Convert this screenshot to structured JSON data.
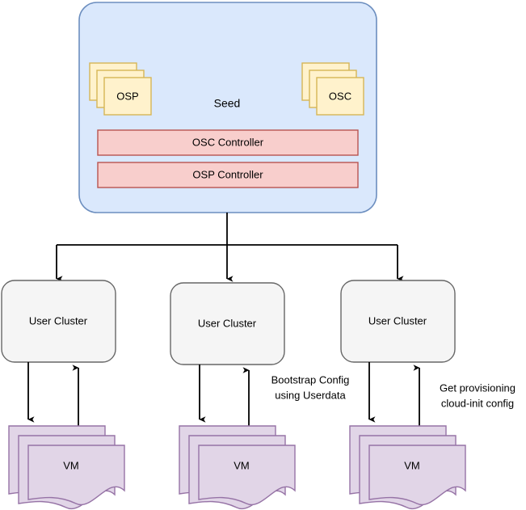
{
  "diagram": {
    "type": "architecture-flow",
    "background": "#ffffff",
    "seed": {
      "label": "Seed",
      "fill": "#dae8fc",
      "stroke": "#6c8ebf",
      "doc_stacks": [
        {
          "name": "osp-stack",
          "label": "OSP",
          "fill": "#fff2cc",
          "stroke": "#d6b656"
        },
        {
          "name": "osc-stack",
          "label": "OSC",
          "fill": "#fff2cc",
          "stroke": "#d6b656"
        }
      ],
      "controllers": [
        {
          "name": "osc-controller",
          "label": "OSC Controller",
          "fill": "#f8cecc",
          "stroke": "#b85450"
        },
        {
          "name": "osp-controller",
          "label": "OSP Controller",
          "fill": "#f8cecc",
          "stroke": "#b85450"
        }
      ]
    },
    "clusters": [
      {
        "name": "user-cluster-left",
        "label": "User Cluster",
        "fill": "#f5f5f5",
        "stroke": "#666666"
      },
      {
        "name": "user-cluster-middle",
        "label": "User Cluster",
        "fill": "#f5f5f5",
        "stroke": "#666666"
      },
      {
        "name": "user-cluster-right",
        "label": "User Cluster",
        "fill": "#f5f5f5",
        "stroke": "#666666"
      }
    ],
    "vm_stacks": [
      {
        "name": "vm-stack-left",
        "label": "VM",
        "fill": "#e1d5e7",
        "stroke": "#9673a6"
      },
      {
        "name": "vm-stack-middle",
        "label": "VM",
        "fill": "#e1d5e7",
        "stroke": "#9673a6"
      },
      {
        "name": "vm-stack-right",
        "label": "VM",
        "fill": "#e1d5e7",
        "stroke": "#9673a6"
      }
    ],
    "edge_labels": [
      {
        "name": "bootstrap-config-label",
        "line1": "Bootstrap Config",
        "line2": "using Userdata"
      },
      {
        "name": "provisioning-config-label",
        "line1": "Get provisioning",
        "line2": "cloud-init config"
      }
    ],
    "edge_color": "#000000"
  }
}
